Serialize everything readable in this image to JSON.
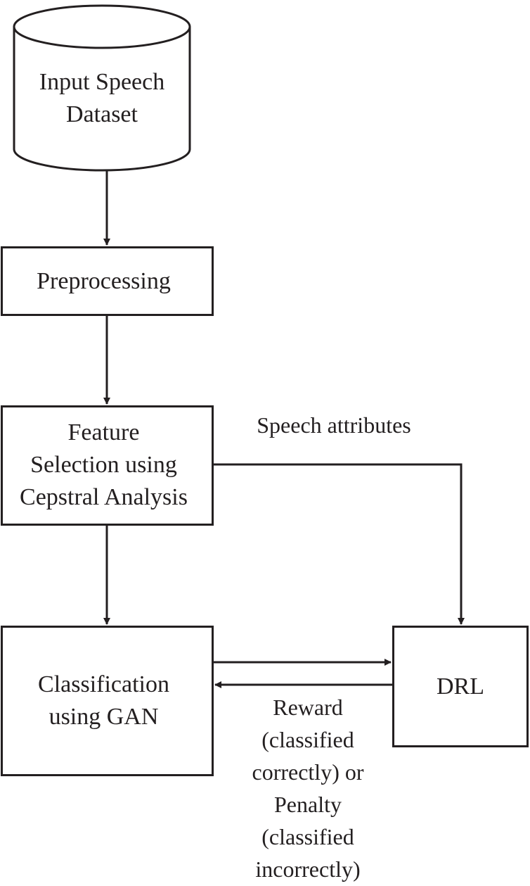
{
  "nodes": {
    "dataset": {
      "lines": [
        "Input Speech",
        "Dataset"
      ]
    },
    "preprocessing": {
      "lines": [
        "Preprocessing"
      ]
    },
    "feature": {
      "lines": [
        "Feature",
        "Selection using",
        "Cepstral Analysis"
      ]
    },
    "classification": {
      "lines": [
        "Classification",
        "using GAN"
      ]
    },
    "drl": {
      "lines": [
        "DRL"
      ]
    }
  },
  "edge_labels": {
    "speech_attributes": "Speech attributes",
    "feedback": [
      "Reward",
      "(classified",
      "correctly) or",
      "Penalty",
      "(classified",
      "incorrectly)"
    ]
  },
  "colors": {
    "stroke": "#231f20",
    "background": "#ffffff"
  }
}
